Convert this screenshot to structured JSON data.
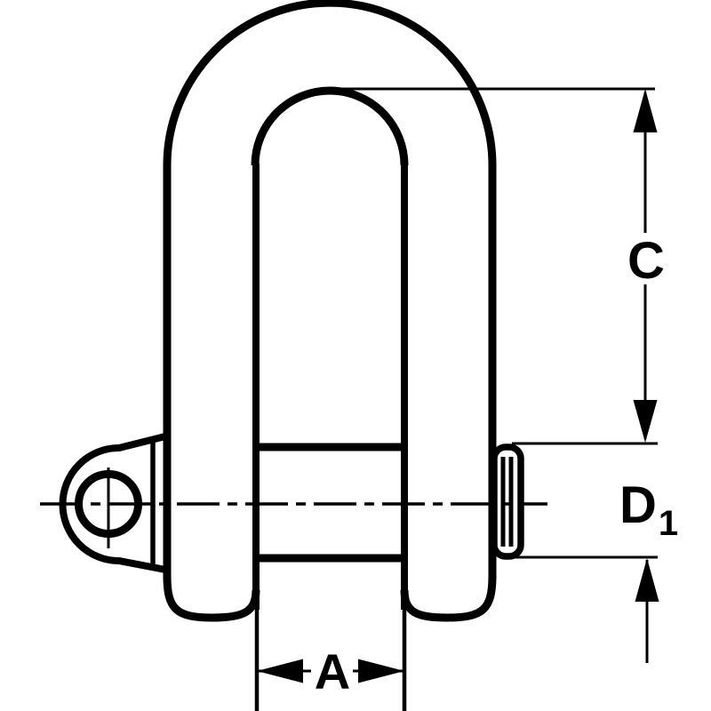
{
  "colors": {
    "background": "#ffffff",
    "line": "#000000"
  },
  "dimensions": {
    "c_label": "C",
    "d1_label_main": "D",
    "d1_label_subscript": "1",
    "a_label": "A"
  }
}
